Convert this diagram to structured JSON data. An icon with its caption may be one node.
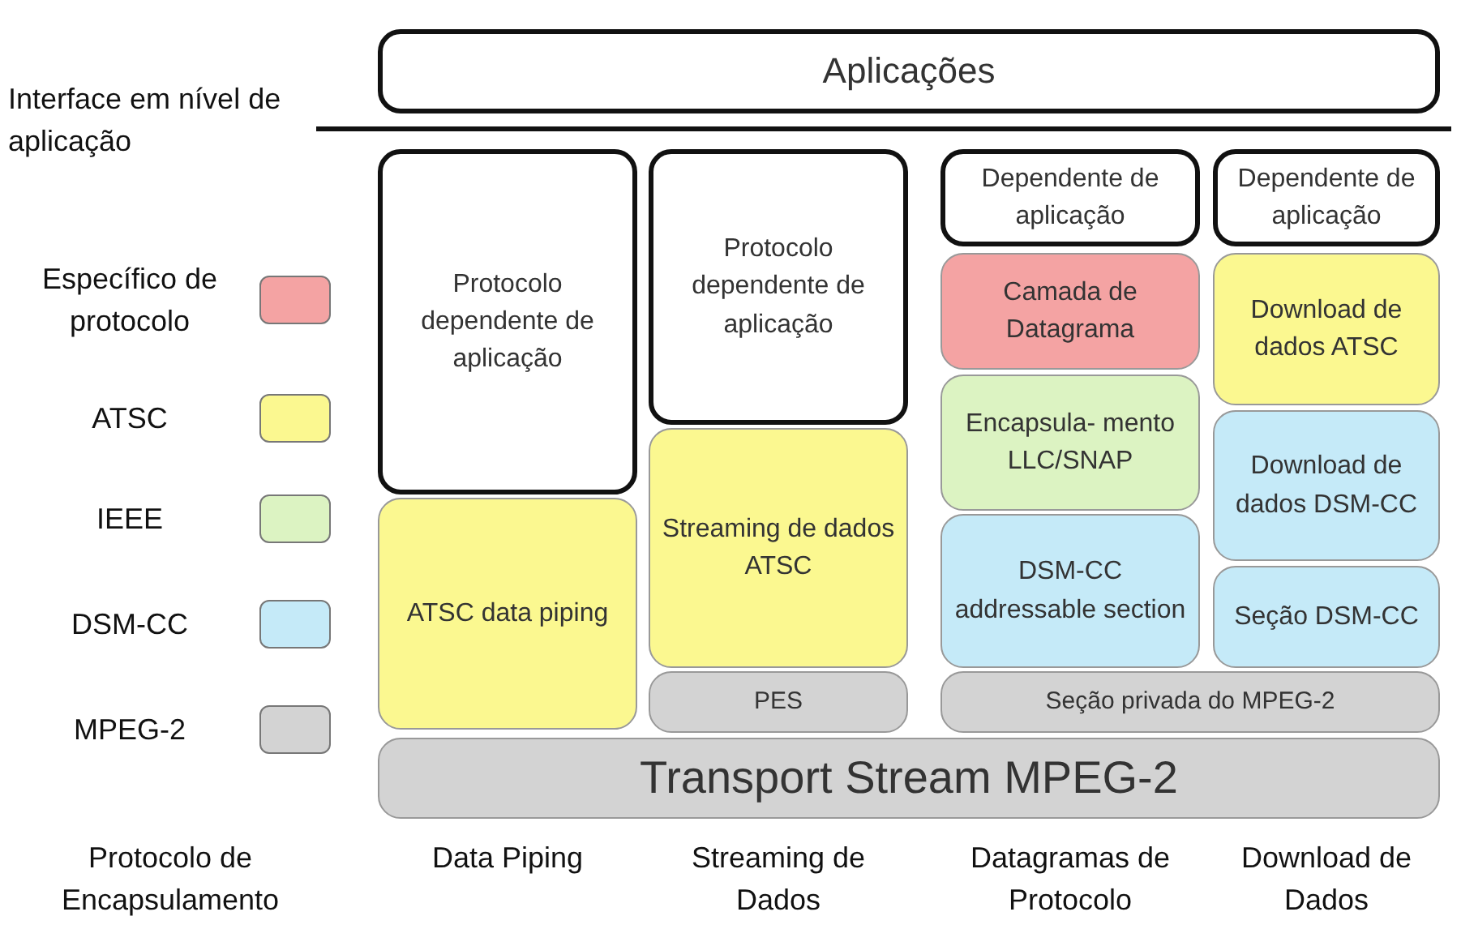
{
  "diagram": {
    "nodes": [
      {
        "text": [
          "Aplicações"
        ]
      },
      {
        "text": [
          "Protocolo dependente de aplicação"
        ]
      },
      {
        "text": [
          "ATSC data piping"
        ]
      },
      {
        "text": [
          "Protocolo dependente de aplicação"
        ]
      },
      {
        "text": [
          "Streaming de dados ATSC"
        ]
      },
      {
        "text": [
          "PES"
        ]
      },
      {
        "text": [
          "Dependente de aplicação"
        ]
      },
      {
        "text": [
          "Camada de Datagrama"
        ]
      },
      {
        "text": [
          "Encapsula- mento LLC/SNAP"
        ]
      },
      {
        "text": [
          "DSM-CC addressable section"
        ]
      },
      {
        "text": [
          "Dependente de aplicação"
        ]
      },
      {
        "text": [
          "Download de dados ATSC"
        ]
      },
      {
        "text": [
          "Download de dados DSM-CC"
        ]
      },
      {
        "text": [
          "Seção DSM-CC"
        ]
      },
      {
        "text": [
          "Seção privada do MPEG-2"
        ]
      },
      {
        "text": [
          "Transport Stream MPEG-2"
        ]
      }
    ],
    "labels": [
      "Interface em nível de aplicação",
      "Protocolo de Encapsulamento",
      "Data Piping",
      "Streaming de Dados",
      "Datagramas de Protocolo",
      "Download de Dados"
    ],
    "legend": [
      {
        "text": "Específico de protocolo",
        "color": "#f4a3a3"
      },
      {
        "text": "ATSC",
        "color": "#fbf890"
      },
      {
        "text": "IEEE",
        "color": "#dcf3c2"
      },
      {
        "text": "DSM-CC",
        "color": "#c5eaf8"
      },
      {
        "text": "MPEG-2",
        "color": "#d3d3d3"
      }
    ]
  }
}
